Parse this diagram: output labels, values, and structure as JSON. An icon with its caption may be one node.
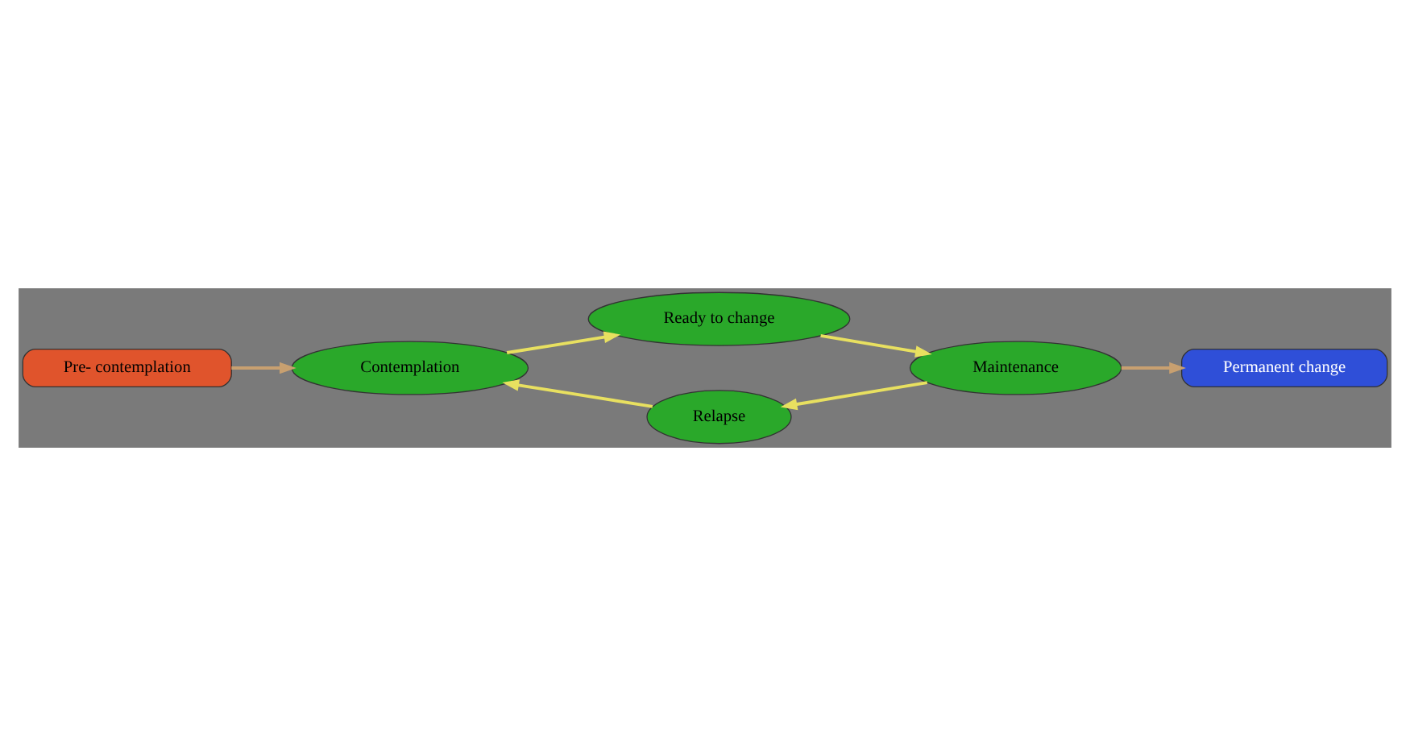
{
  "diagram": {
    "nodes": [
      {
        "text": [
          "Pre- contemplation"
        ]
      },
      {
        "text": [
          "Contemplation"
        ]
      },
      {
        "text": [
          "Ready to change"
        ]
      },
      {
        "text": [
          "Maintenance"
        ]
      },
      {
        "text": [
          "Relapse"
        ]
      },
      {
        "text": [
          "Permanent change"
        ]
      }
    ],
    "edges": [
      {
        "from": 0,
        "to": 1,
        "arrow": "to",
        "color": "#c8a070"
      },
      {
        "from": 1,
        "to": 2,
        "arrow": "to"
      },
      {
        "from": 2,
        "to": 3,
        "arrow": "to"
      },
      {
        "from": 3,
        "to": 4,
        "arrow": "to"
      },
      {
        "from": 4,
        "to": 1,
        "arrow": "to"
      },
      {
        "from": 3,
        "to": 5,
        "arrow": "to",
        "color": "#c8a070"
      }
    ]
  }
}
